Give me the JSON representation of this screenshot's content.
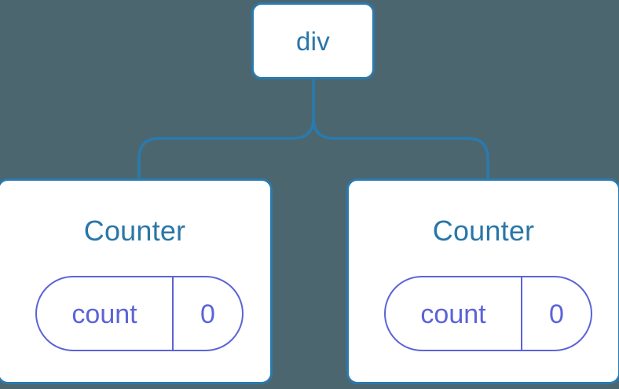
{
  "diagram": {
    "type": "component-tree",
    "background_color": "#4c6670",
    "node_border_color": "#2a7aad",
    "node_fill_color": "#ffffff",
    "label_color": "#2a76a8",
    "state_color": "#5c63d8",
    "connector_color": "#2a7aad",
    "root": {
      "label": "div"
    },
    "children": [
      {
        "label": "Counter",
        "state": {
          "key": "count",
          "value": "0"
        }
      },
      {
        "label": "Counter",
        "state": {
          "key": "count",
          "value": "0"
        }
      }
    ]
  }
}
